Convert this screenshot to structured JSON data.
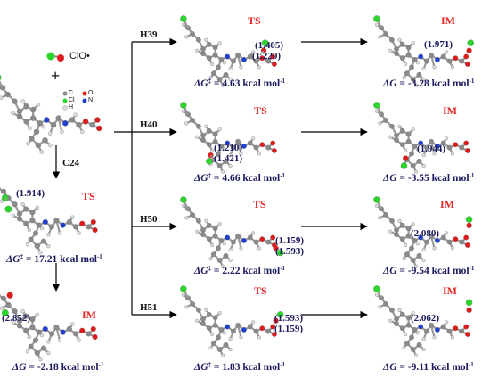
{
  "reactant": {
    "radical_label": "ClO",
    "radical_dot": "•",
    "plus": "+",
    "legend": [
      "C",
      "O",
      "Cl",
      "N",
      "H"
    ]
  },
  "colors": {
    "carbon": "#8a8a8a",
    "hydrogen": "#dcdcdc",
    "nitrogen": "#1f3fd0",
    "oxygen": "#e01b1b",
    "chlorine": "#2bd62b",
    "ts_label": "#e52626",
    "energy_text": "#1a1a5e",
    "arrow": "#000000"
  },
  "paths": {
    "c24": {
      "label": "C24",
      "ts": {
        "tag": "TS",
        "distances": [
          "(1.914)"
        ],
        "delta_g": "17.21"
      },
      "im": {
        "tag": "IM",
        "distances": [
          "(2.852)"
        ],
        "delta_g": "-2.18"
      }
    },
    "h39": {
      "label": "H39",
      "ts": {
        "tag": "TS",
        "distances": [
          "(1.405)",
          "(1.220)"
        ],
        "delta_g": "4.63"
      },
      "im": {
        "tag": "IM",
        "distances": [
          "(1.971)"
        ],
        "delta_g": "-3.28"
      }
    },
    "h40": {
      "label": "H40",
      "ts": {
        "tag": "TS",
        "distances": [
          "(1.210)",
          "(1.421)"
        ],
        "delta_g": "4.66"
      },
      "im": {
        "tag": "IM",
        "distances": [
          "(1.944)"
        ],
        "delta_g": "-3.55"
      }
    },
    "h50": {
      "label": "H50",
      "ts": {
        "tag": "TS",
        "distances": [
          "(1.159)",
          "(1.593)"
        ],
        "delta_g": "2.22"
      },
      "im": {
        "tag": "IM",
        "distances": [
          "(2.080)"
        ],
        "delta_g": "-9.54"
      }
    },
    "h51": {
      "label": "H51",
      "ts": {
        "tag": "TS",
        "distances": [
          "(1.593)",
          "(1.159)"
        ],
        "delta_g": "1.83"
      },
      "im": {
        "tag": "IM",
        "distances": [
          "(2.062)"
        ],
        "delta_g": "-9.11"
      }
    }
  },
  "units": "kcal mol",
  "units_sup": "-1",
  "ts_symbol": "‡"
}
